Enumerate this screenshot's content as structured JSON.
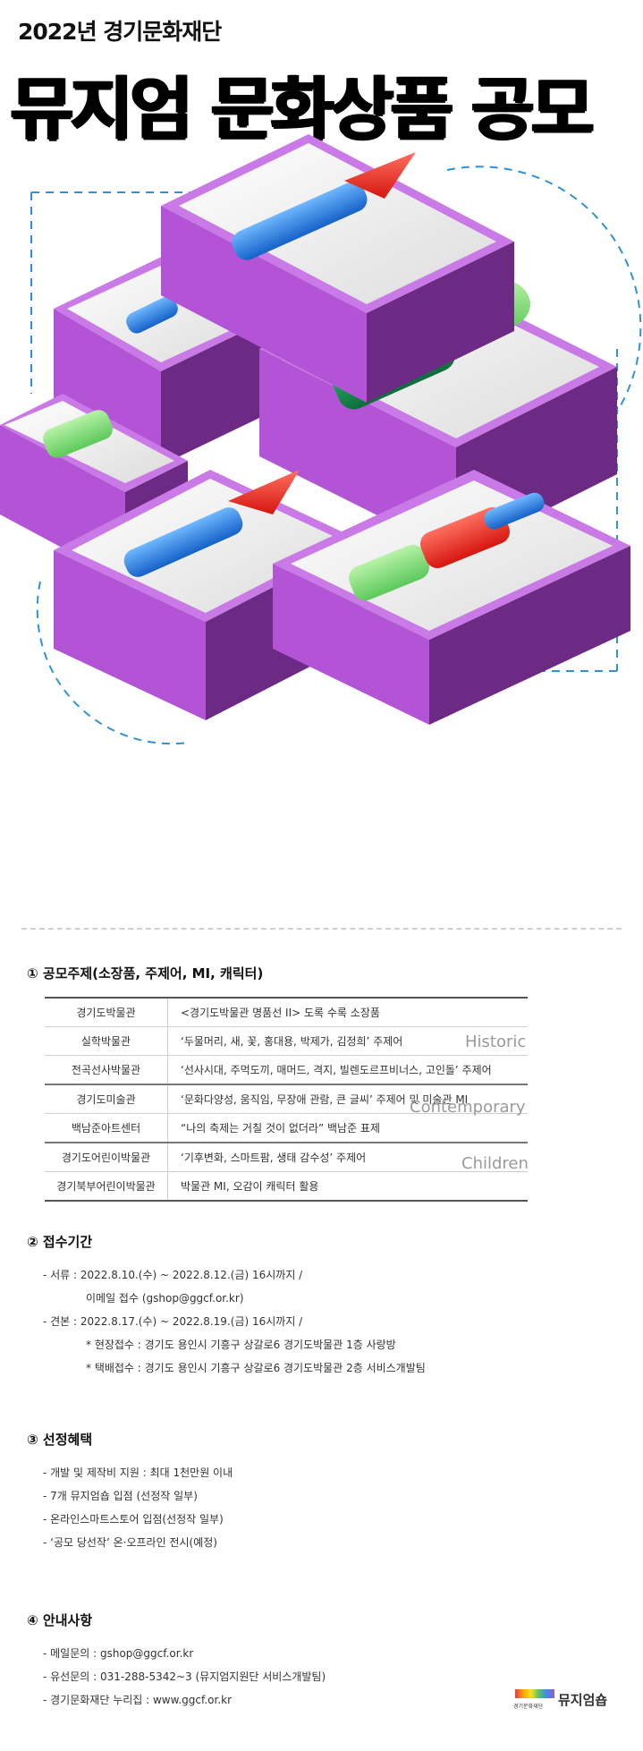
{
  "header": {
    "subtitle": "2022년 경기문화재단",
    "title": "뮤지엄 문화상품 공모"
  },
  "section1": {
    "heading": "① 공모주제(소장품, 주제어, MI, 캐릭터)",
    "rows": [
      {
        "org": "경기도박물관",
        "desc": "<경기도박물관 명품선 II> 도록 수록 소장품"
      },
      {
        "org": "실학박물관",
        "desc": "‘두물머리, 새, 꽃, 홍대용, 박제가, 김정희’ 주제어"
      },
      {
        "org": "전곡선사박물관",
        "desc": "‘선사시대, 주먹도끼, 매머드, 격지, 빌렌도르프비너스, 고인돌’ 주제어"
      },
      {
        "org": "경기도미술관",
        "desc": "‘문화다양성, 움직임, 무장애 관람, 큰 글씨’ 주제어 및 미술관 MI"
      },
      {
        "org": "백남준아트센터",
        "desc": "“나의 축제는 거칠 것이 없더라” 백남준 표제"
      },
      {
        "org": "경기도어린이박물관",
        "desc": "‘기후변화, 스마트팜, 생태 감수성’ 주제어"
      },
      {
        "org": "경기북부어린이박물관",
        "desc": "박물관 MI, 오감이 캐릭터 활용"
      }
    ],
    "tags": {
      "historic": "Historic",
      "contemporary": "Contemporary",
      "children": "Children"
    }
  },
  "section2": {
    "heading": "② 접수기간",
    "lines": [
      "- 서류 : 2022.8.10.(수) ~ 2022.8.12.(금) 16시까지 /",
      "이메일 접수 (gshop@ggcf.or.kr)",
      "- 견본 : 2022.8.17.(수) ~ 2022.8.19.(금) 16시까지 /",
      "* 현장접수 : 경기도 용인시 기흥구 상갈로6 경기도박물관 1층 사랑방",
      "* 택배접수 : 경기도 용인시 기흥구 상갈로6 경기도박물관 2층 서비스개발팀"
    ]
  },
  "section3": {
    "heading": "③ 선정혜택",
    "lines": [
      "- 개발 및 제작비 지원 : 최대 1천만원 이내",
      "- 7개 뮤지엄숍 입점 (선정작 일부)",
      "- 온라인스마트스토어 입점(선정작 일부)",
      "- ‘공모 당선작’ 온·오프라인 전시(예정)"
    ]
  },
  "section4": {
    "heading": "④ 안내사항",
    "lines": [
      "- 메일문의 : gshop@ggcf.or.kr",
      "- 유선문의 : 031-288-5342~3 (뮤지엄지원단 서비스개발팀)",
      "- 경기문화재단 누리집 : www.ggcf.or.kr"
    ]
  },
  "footer": {
    "logo_org": "경기문화재단",
    "logo_name": "뮤지엄숍"
  },
  "colors": {
    "purple": "#b354d6",
    "purple_dark": "#6c2a84",
    "blue": "#1f7de6",
    "red": "#e8261c",
    "green_light": "#7fdc78",
    "green_dark": "#139152",
    "dash_blue": "#2f93d6"
  }
}
